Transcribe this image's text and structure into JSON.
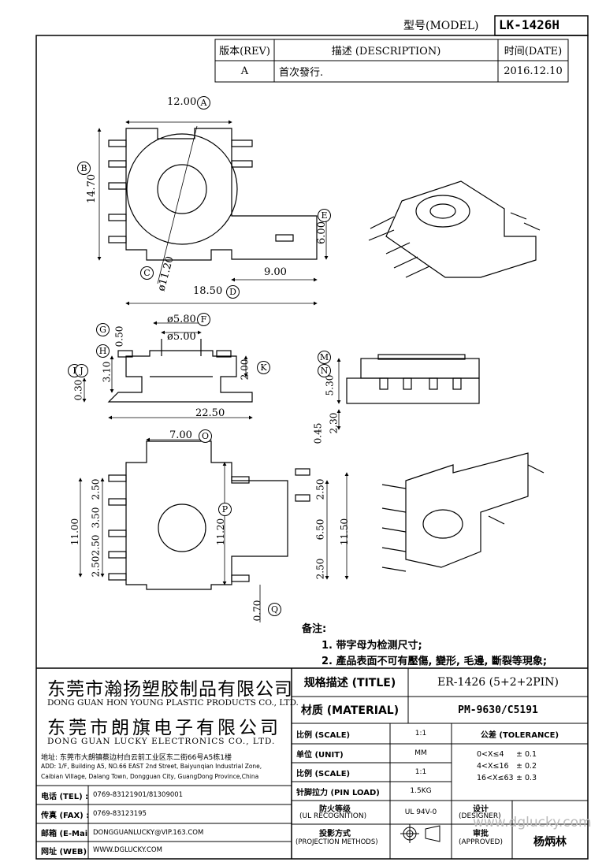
{
  "model": {
    "label": "型号(MODEL)",
    "value": "LK-1426H"
  },
  "revision_table": {
    "headers": {
      "rev": "版本(REV)",
      "description": "描述 (DESCRIPTION)",
      "date": "时间(DATE)"
    },
    "rows": [
      {
        "rev": "A",
        "description": "首次發行.",
        "date": "2016.12.10"
      }
    ]
  },
  "dimensions": {
    "top_view": {
      "width": "12.00",
      "height": "14.70",
      "diameter": "ø11.20",
      "length": "18.50",
      "ext": "9.00",
      "side": "6.00"
    },
    "front_view": {
      "d1": "ø5.80",
      "d2": "ø5.00",
      "t1": "0.50",
      "h1": "3.10",
      "h2": "0.30",
      "h3": "2.00",
      "length": "22.50",
      "t2": "0.45",
      "h4": "2.30",
      "h5": "5.30"
    },
    "bottom_view": {
      "w": "7.00",
      "p1": "2.50",
      "p2": "3.50",
      "p3": "2.50",
      "p4": "2.50",
      "total": "11.00",
      "h": "11.20",
      "r1": "2.50",
      "r2": "6.50",
      "r3": "2.50",
      "rtotal": "11.50",
      "q": "0.70"
    },
    "markers": [
      "A",
      "B",
      "C",
      "D",
      "E",
      "F",
      "G",
      "H",
      "I",
      "J",
      "K",
      "M",
      "N",
      "O",
      "P",
      "Q"
    ]
  },
  "notes": {
    "title": "备注:",
    "items": [
      "1. 带字母为检测尺寸;",
      "2. 產品表面不可有壓傷, 變形, 毛邊, 斷裂等現象;"
    ]
  },
  "company": {
    "name_cn_1": "东莞市瀚扬塑胶制品有限公司",
    "name_en_1": "DONG GUAN HON YOUNG PLASTIC PRODUCTS CO., LTD.",
    "name_cn_2": "东莞市朗旗电子有限公司",
    "name_en_2": "DONG GUAN LUCKY ELECTRONICS CO., LTD.",
    "address_cn": "地址: 东莞市大朗镇蔡边村白云前工业区东二街66号A5栋1楼",
    "address_en_1": "ADD: 1/F, Building A5, NO.66 EAST 2nd Street, Baiyunqian Industrial Zone,",
    "address_en_2": "Caibian Village, Dalang Town, Dongguan City, GuangDong Province,China"
  },
  "contacts": [
    {
      "label": "电话 (TEL) :",
      "value": "0769-83121901/81309001"
    },
    {
      "label": "传真 (FAX) :",
      "value": "0769-83123195"
    },
    {
      "label": "邮箱 (E-Mail):",
      "value": "DONGGUANLUCKY@VIP.163.COM"
    },
    {
      "label": "网址 (WEB) :",
      "value": "WWW.DGLUCKY.COM"
    }
  ],
  "spec": {
    "title_label": "规格描述 (TITLE)",
    "title_value": "ER-1426 (5+2+2PIN)",
    "material_label": "材质 (MATERIAL)",
    "material_value": "PM-9630/C5191",
    "rows": [
      {
        "label": "比例 (SCALE)",
        "value": "1:1"
      },
      {
        "label": "单位 (UNIT)",
        "value": "MM"
      },
      {
        "label": "比例 (SCALE)",
        "value": "1:1"
      },
      {
        "label": "针脚拉力 (PIN LOAD)",
        "value": "1.5KG"
      }
    ],
    "fire_label_1": "防火等级",
    "fire_label_2": "(UL RECOGNITION)",
    "fire_value": "UL 94V-0",
    "proj_label_1": "投影方式",
    "proj_label_2": "(PROJECTION METHODS)",
    "tolerance": {
      "header": "公差 (TOLERANCE)",
      "rows": [
        {
          "range": "0<X≤4",
          "value": "± 0.1"
        },
        {
          "range": "4<X≤16",
          "value": "± 0.2"
        },
        {
          "range": "16<X≤63",
          "value": "± 0.3"
        }
      ]
    },
    "designer_label_1": "设计",
    "designer_label_2": "(DESIGNER)",
    "approved_label_1": "审批",
    "approved_label_2": "(APPROVED)",
    "approved_value": "杨炳林"
  },
  "watermark": "www.dglucky.com"
}
